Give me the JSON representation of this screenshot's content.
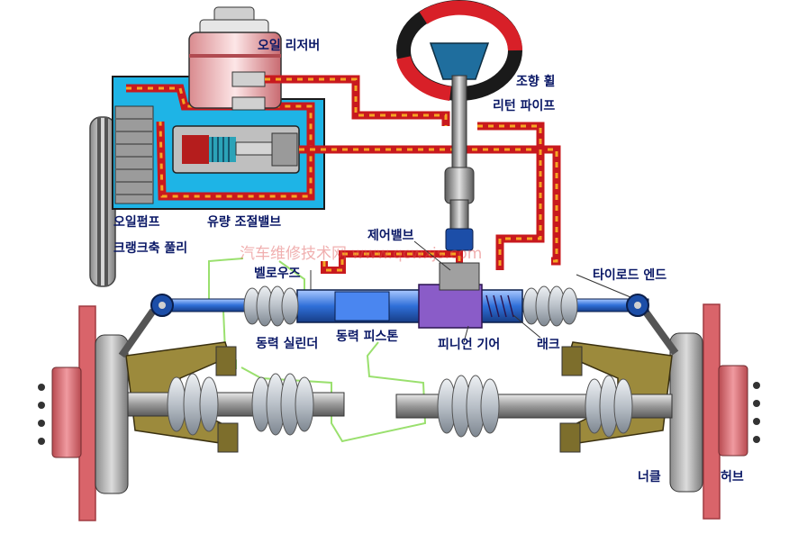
{
  "labels": {
    "oil_reservoir": "오일 리저버",
    "steering_wheel": "조향 휠",
    "return_pipe": "리턴 파이프",
    "oil_pump": "오일펌프",
    "flow_control_valve": "유량 조절밸브",
    "crankshaft_pulley": "크랭크축 풀리",
    "control_valve": "제어밸브",
    "bellows": "벨로우즈",
    "tie_rod_end": "타이로드 엔드",
    "power_cylinder": "동력 실린더",
    "power_piston": "동력 피스톤",
    "pinion_gear": "피니언 기어",
    "rack": "래크",
    "knuckle": "너클",
    "hub": "허브"
  },
  "watermark": "汽车维修技术网 www.qcwxjs.com",
  "colors": {
    "pipe_red": "#c8191e",
    "oil_orange": "#f5a623",
    "pump_cyan": "#1eb4e6",
    "rack_blue": "#2f6fd8",
    "piston_purple": "#8a5cc8",
    "arm_olive": "#9c8a3c",
    "hub_red": "#d9646a",
    "boot_gray": "#c8cdd2",
    "label_navy": "#0a1866",
    "wire_green": "#9ae06e"
  }
}
